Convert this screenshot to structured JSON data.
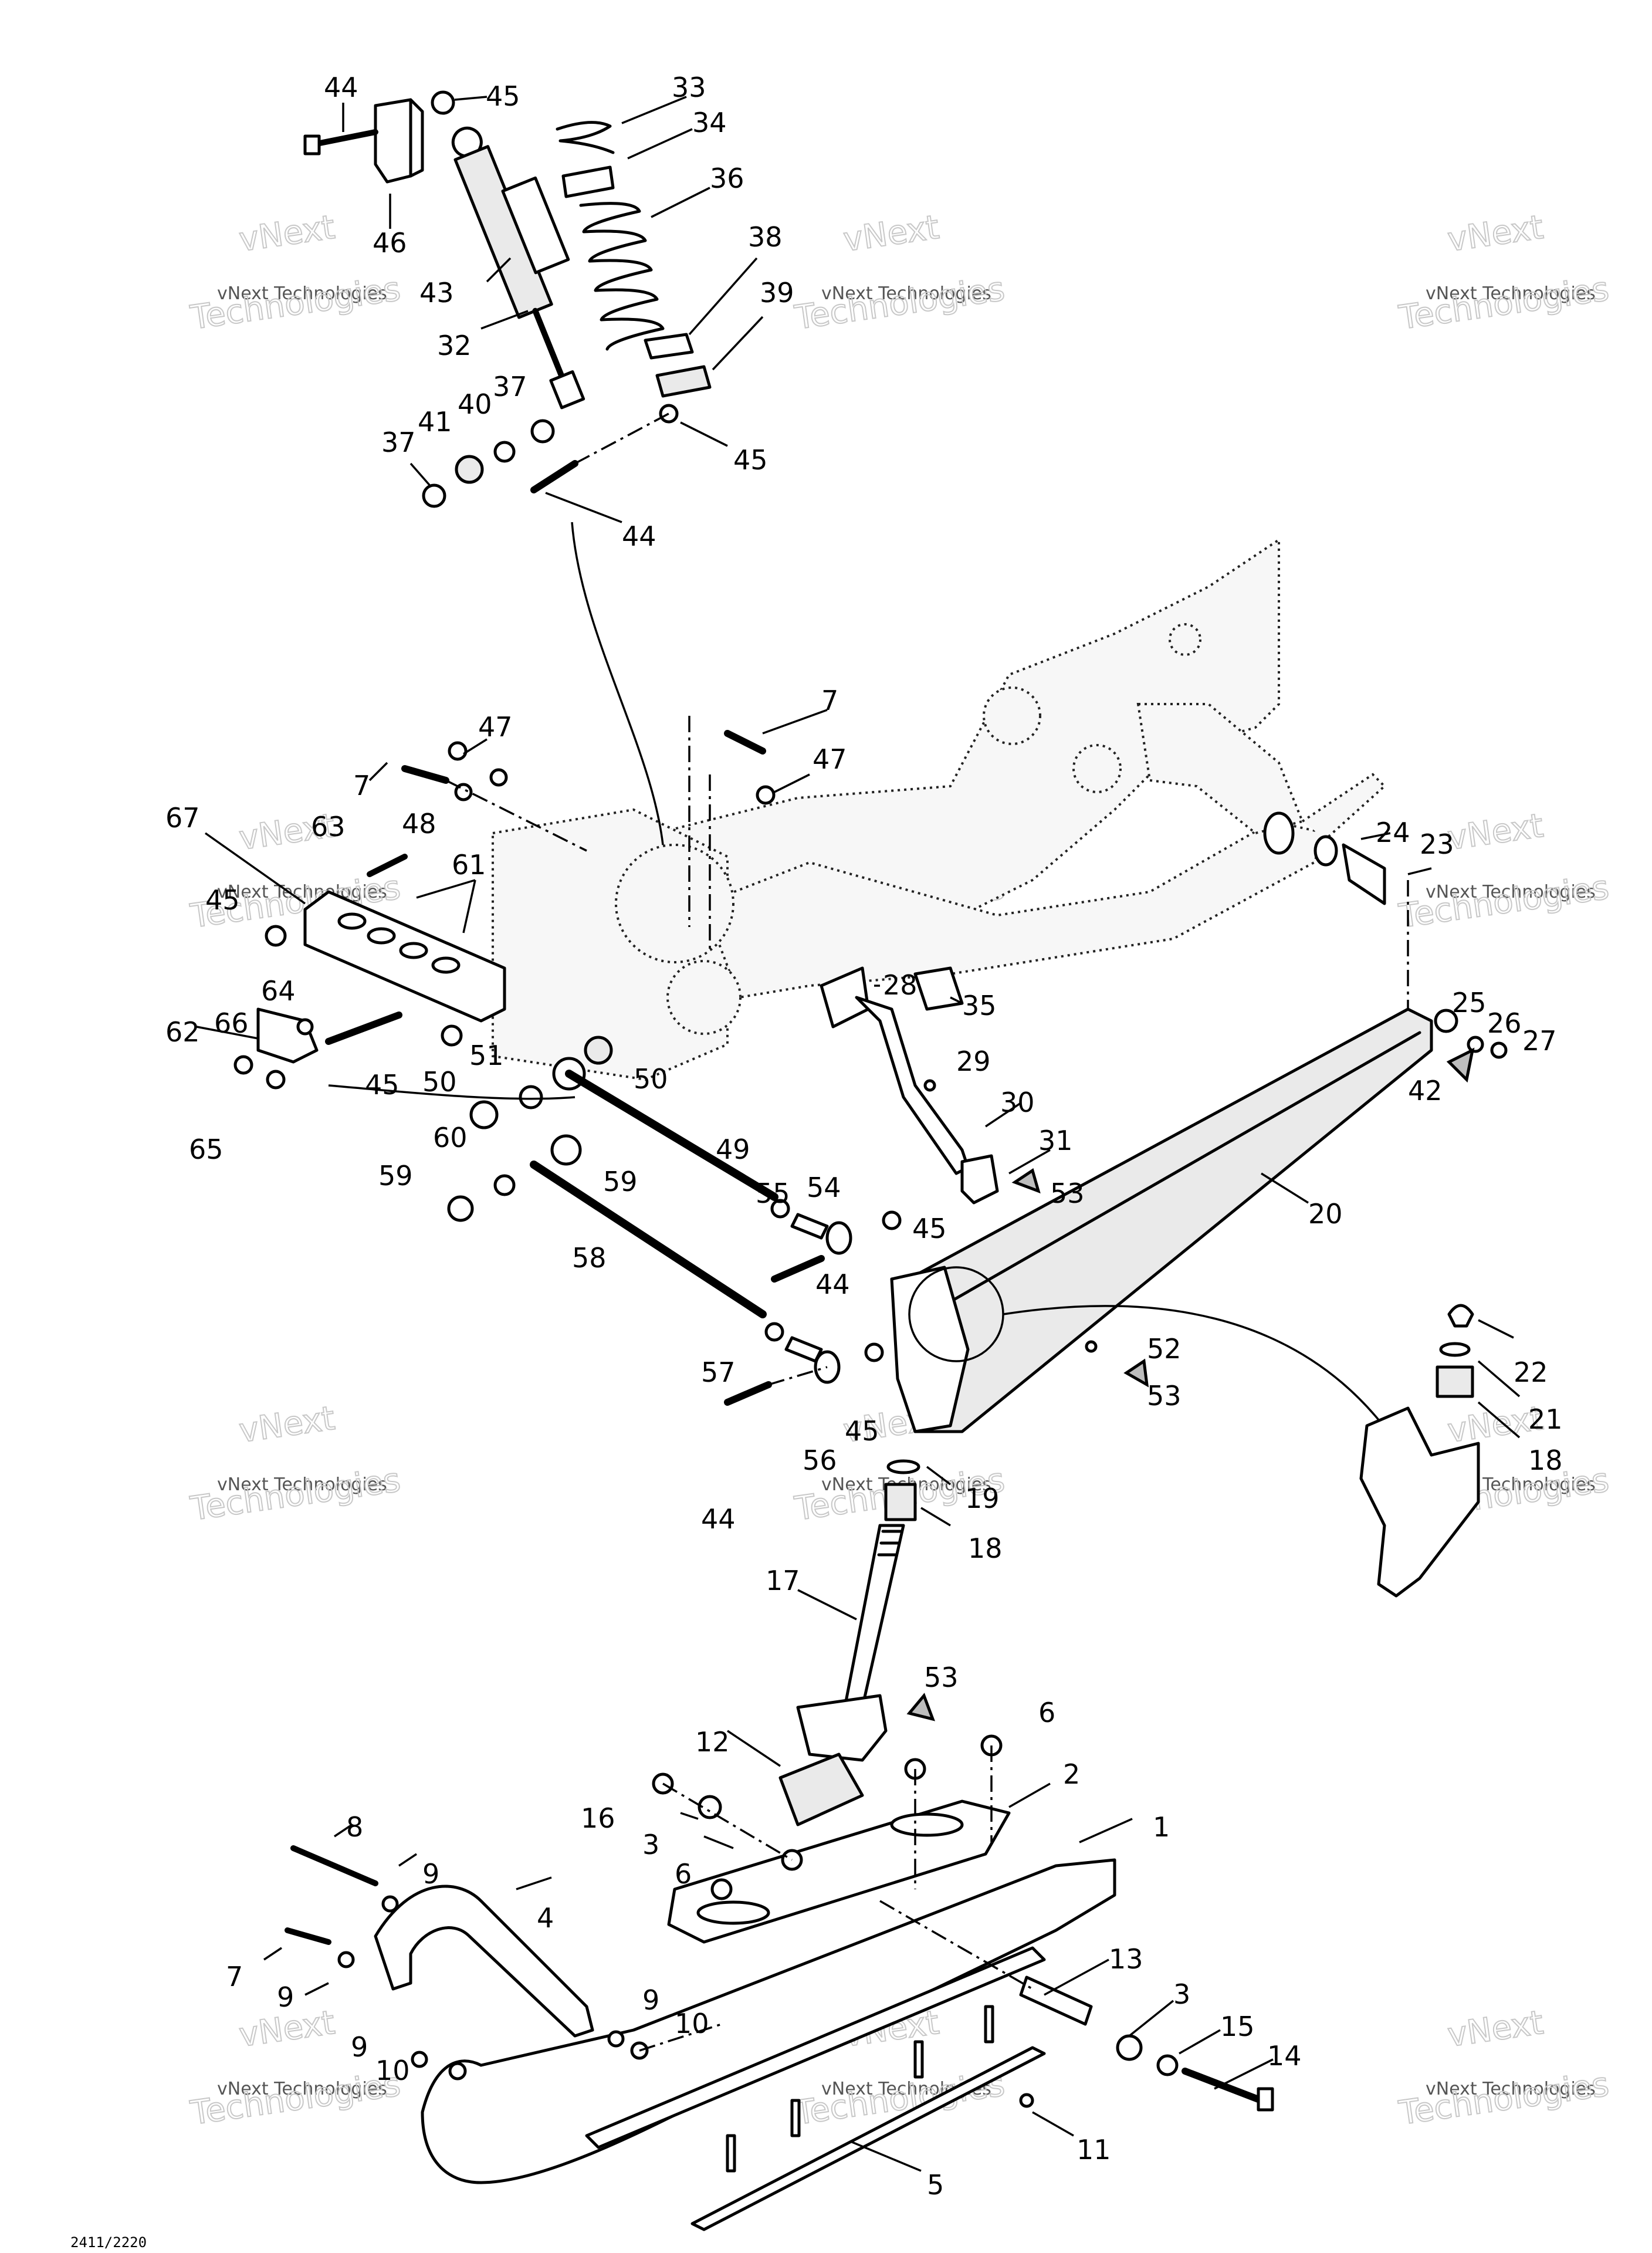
{
  "watermark": {
    "brand": "vNext",
    "line1": "vNext Technologies",
    "line2": "Technologies"
  },
  "footer_code": "2411/2220",
  "callouts": {
    "c1": "1",
    "c2": "2",
    "c3a": "3",
    "c3b": "3",
    "c4": "4",
    "c5": "5",
    "c6a": "6",
    "c6b": "6",
    "c7a": "7",
    "c7b": "7",
    "c7c": "7",
    "c8": "8",
    "c9a": "9",
    "c9b": "9",
    "c9c": "9",
    "c9d": "9",
    "c10a": "10",
    "c10b": "10",
    "c11": "11",
    "c12": "12",
    "c13": "13",
    "c14": "14",
    "c15": "15",
    "c16": "16",
    "c17": "17",
    "c18a": "18",
    "c18b": "18",
    "c19": "19",
    "c20": "20",
    "c21": "21",
    "c22": "22",
    "c23": "23",
    "c24": "24",
    "c25": "25",
    "c26": "26",
    "c27": "27",
    "c28": "28",
    "c29": "29",
    "c30": "30",
    "c31": "31",
    "c32": "32",
    "c33": "33",
    "c34": "34",
    "c35": "35",
    "c36": "36",
    "c37a": "37",
    "c37b": "37",
    "c38": "38",
    "c39": "39",
    "c40": "40",
    "c41": "41",
    "c42": "42",
    "c43": "43",
    "c44a": "44",
    "c44b": "44",
    "c44c": "44",
    "c44d": "44",
    "c45a": "45",
    "c45b": "45",
    "c45c": "45",
    "c45d": "45",
    "c45e": "45",
    "c45f": "45",
    "c46": "46",
    "c47a": "47",
    "c47b": "47",
    "c48": "48",
    "c49": "49",
    "c50a": "50",
    "c50b": "50",
    "c51": "51",
    "c52": "52",
    "c53a": "53",
    "c53b": "53",
    "c53c": "53",
    "c54": "54",
    "c55": "55",
    "c56": "56",
    "c57": "57",
    "c58": "58",
    "c59a": "59",
    "c59b": "59",
    "c60": "60",
    "c61": "61",
    "c62": "62",
    "c63": "63",
    "c64": "64",
    "c65": "65",
    "c66": "66",
    "c67": "67"
  }
}
